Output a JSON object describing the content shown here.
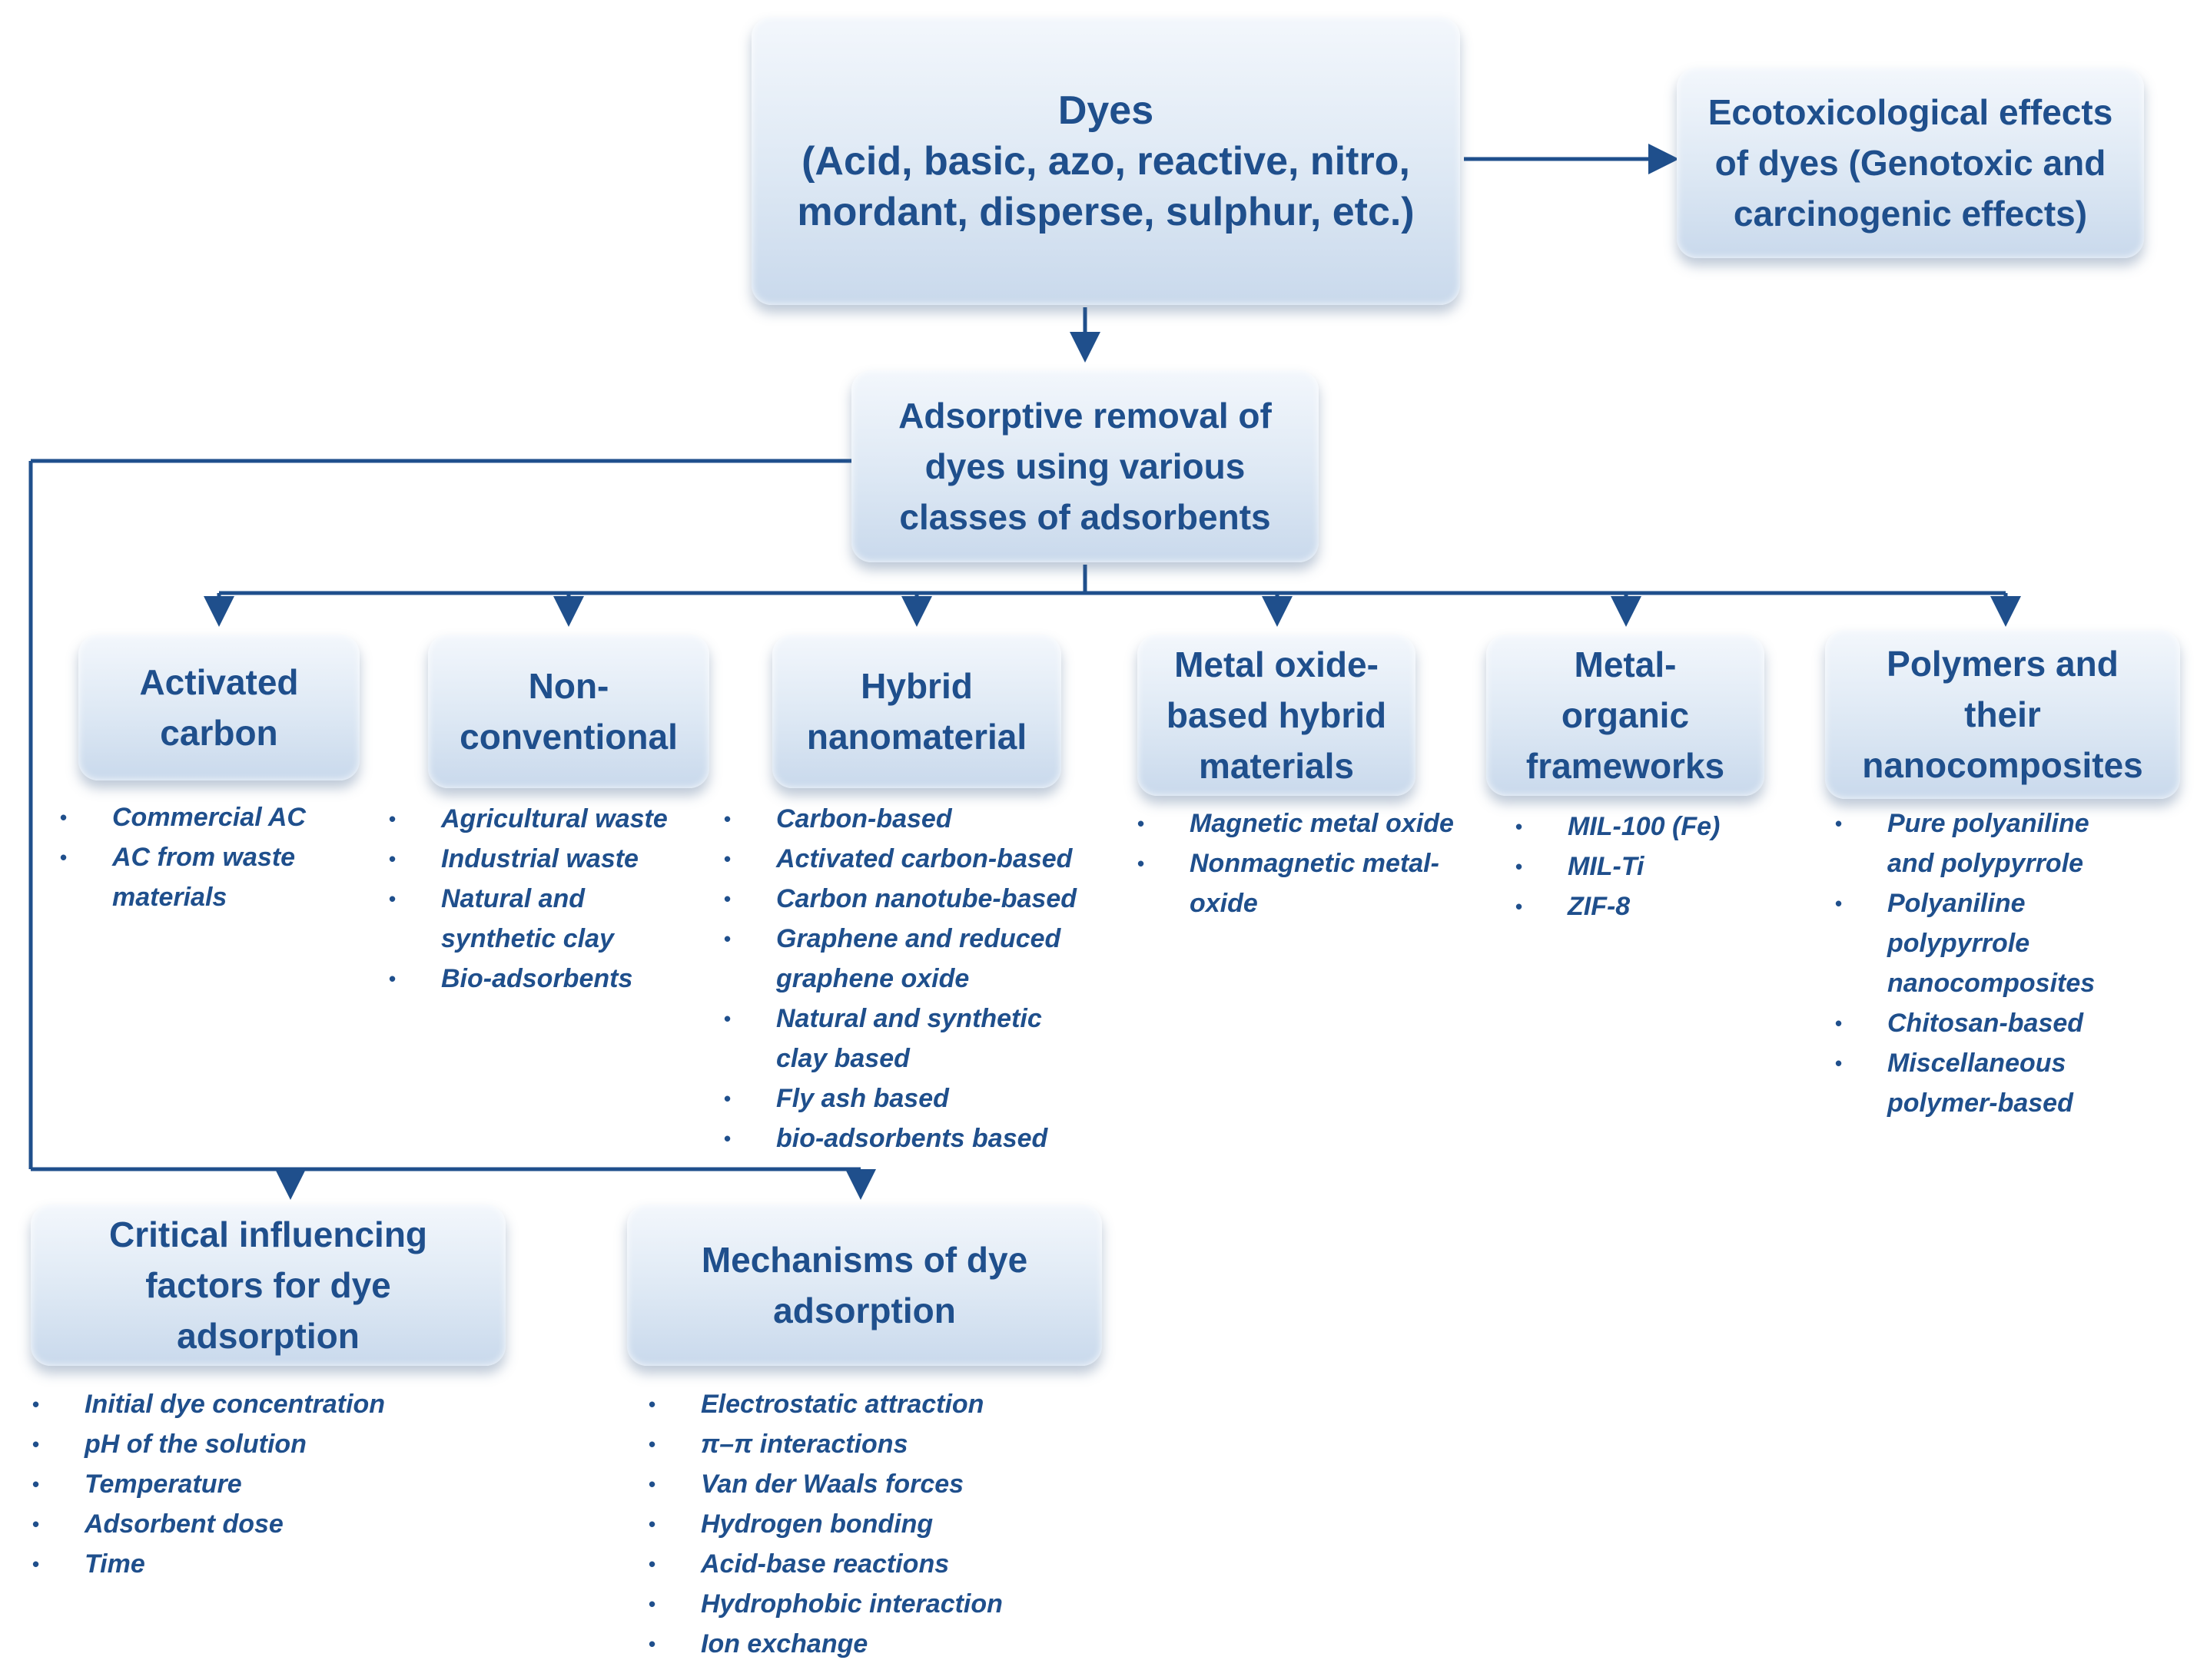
{
  "top": {
    "dyes": "Dyes\n(Acid, basic, azo, reactive, nitro,\nmordant, disperse, sulphur, etc.)",
    "ecotox": "Ecotoxicological effects\nof dyes (Genotoxic and\ncarcinogenic effects)"
  },
  "adsorptive": "Adsorptive removal of\ndyes using various\nclasses of adsorbents",
  "categories": [
    {
      "title": "Activated\ncarbon",
      "items": [
        "Commercial AC",
        "AC from waste\nmaterials"
      ]
    },
    {
      "title": "Non-\nconventional",
      "items": [
        "Agricultural waste",
        " Industrial waste",
        "Natural and\nsynthetic clay",
        "Bio-adsorbents"
      ]
    },
    {
      "title": "Hybrid\nnanomaterial",
      "items": [
        "Carbon-based",
        "Activated carbon-based",
        "Carbon nanotube-based",
        "Graphene and reduced\ngraphene oxide",
        "Natural and synthetic\nclay based",
        "Fly ash based",
        "bio-adsorbents based"
      ]
    },
    {
      "title": "Metal oxide-\nbased hybrid\nmaterials",
      "items": [
        "Magnetic metal oxide",
        "Nonmagnetic metal-\noxide"
      ]
    },
    {
      "title": "Metal-\norganic\nframeworks",
      "items": [
        "MIL-100 (Fe)",
        "MIL-Ti",
        "ZIF-8"
      ]
    },
    {
      "title": "Polymers and\ntheir\nnanocomposites",
      "items": [
        "Pure polyaniline\nand polypyrrole",
        "Polyaniline\npolypyrrole\nnanocomposites",
        "Chitosan-based",
        "Miscellaneous\npolymer-based"
      ]
    }
  ],
  "bottom": [
    {
      "title": "Critical  influencing\nfactors for dye\nadsorption",
      "items": [
        "Initial dye concentration",
        "pH of the solution",
        "Temperature",
        "Adsorbent dose",
        "Time"
      ]
    },
    {
      "title": "Mechanisms of dye\nadsorption",
      "items": [
        "Electrostatic attraction",
        "π–π interactions",
        "Van der Waals forces",
        "Hydrogen bonding",
        "Acid-base reactions",
        "Hydrophobic interaction",
        "Ion exchange"
      ]
    }
  ],
  "bullet_glyph": "•",
  "colors": {
    "text": "#1f4f8c",
    "line": "#1f4f8c",
    "box_top": "#f3f7fc",
    "box_bottom": "#c9d9ec"
  }
}
